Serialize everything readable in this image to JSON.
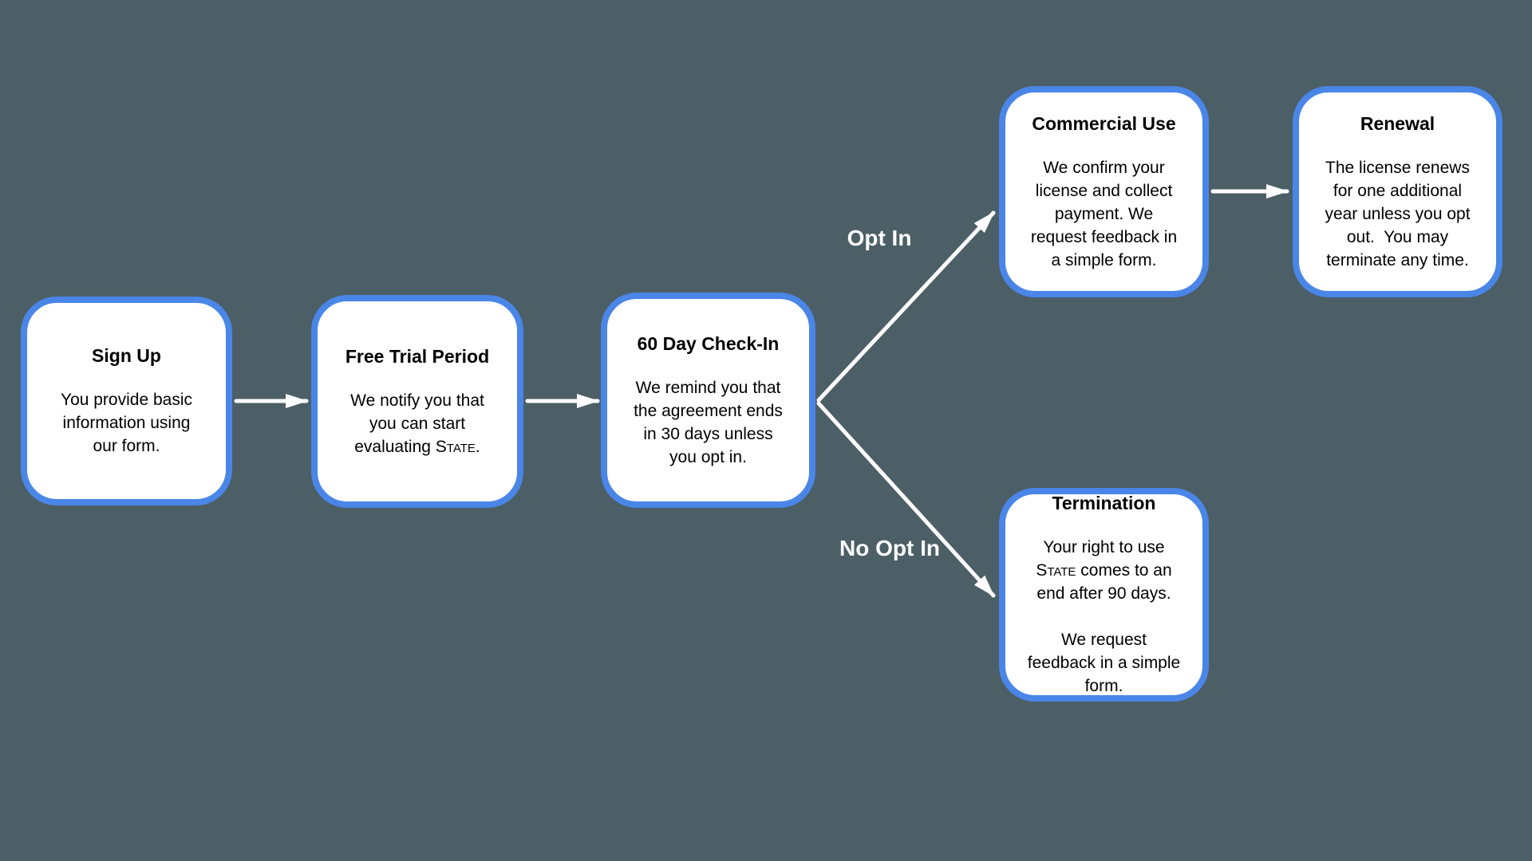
{
  "canvas": {
    "colors": {
      "bg": "#4c5f67",
      "node_fill": "#ffffff",
      "node_border": "#4a86e8",
      "arrow": "#ffffff",
      "label_color": "#ffffff",
      "text": "#000000"
    }
  },
  "nodes": [
    {
      "id": "sign-up",
      "title": "Sign Up",
      "body_lines": [
        "You provide basic",
        "information using",
        "our form."
      ]
    },
    {
      "id": "free-trial-period",
      "title": "Free Trial Period",
      "body_lines_top": [
        "We notify you that",
        "you can start"
      ],
      "line3_pre": "evaluating ",
      "state_word": "State",
      "line3_post": "."
    },
    {
      "id": "60-day-check-in",
      "title": "60 Day Check-In",
      "body_lines": [
        "We remind you that",
        "the agreement ends",
        "in 30 days unless",
        "you opt in."
      ]
    },
    {
      "id": "commercial-use",
      "title": "Commercial Use",
      "body_lines": [
        "We confirm your",
        "license and collect",
        "payment. We",
        "request feedback in",
        "a simple form."
      ]
    },
    {
      "id": "renewal",
      "title": "Renewal",
      "body_lines": [
        "The license renews",
        "for one additional",
        "year unless you opt",
        "out.  You may",
        "terminate any time."
      ]
    },
    {
      "id": "termination",
      "title": "Termination",
      "p1_line1": "Your right to use",
      "state_word": "State",
      "p1_line2_post": " comes to an",
      "p1_line3": "end after 90 days.",
      "p2_lines": [
        "We request",
        "feedback in a simple",
        "form."
      ]
    }
  ],
  "edge_labels": {
    "opt_in": "Opt In",
    "no_opt_in": "No Opt In"
  }
}
